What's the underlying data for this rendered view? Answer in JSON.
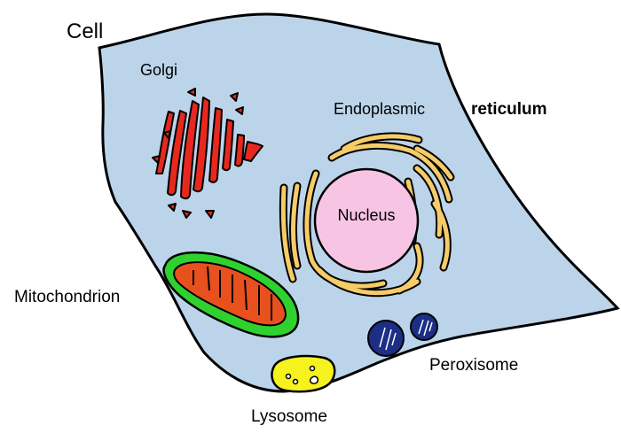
{
  "labels": {
    "cell": "Cell",
    "golgi": "Golgi",
    "er_part1": "Endoplasmic",
    "er_part2": "reticulum",
    "nucleus": "Nucleus",
    "mitochondrion": "Mitochondrion",
    "peroxisome": "Peroxisome",
    "lysosome": "Lysosome"
  },
  "colors": {
    "cytoplasm": "#bcd4ea",
    "outline": "#000000",
    "golgi": "#e8281e",
    "er": "#f6cc68",
    "nucleus": "#f7c4e3",
    "mito_outer": "#2fd12f",
    "mito_inner": "#e8501e",
    "lysosome": "#f6f21e",
    "peroxisome": "#1c2e86"
  }
}
